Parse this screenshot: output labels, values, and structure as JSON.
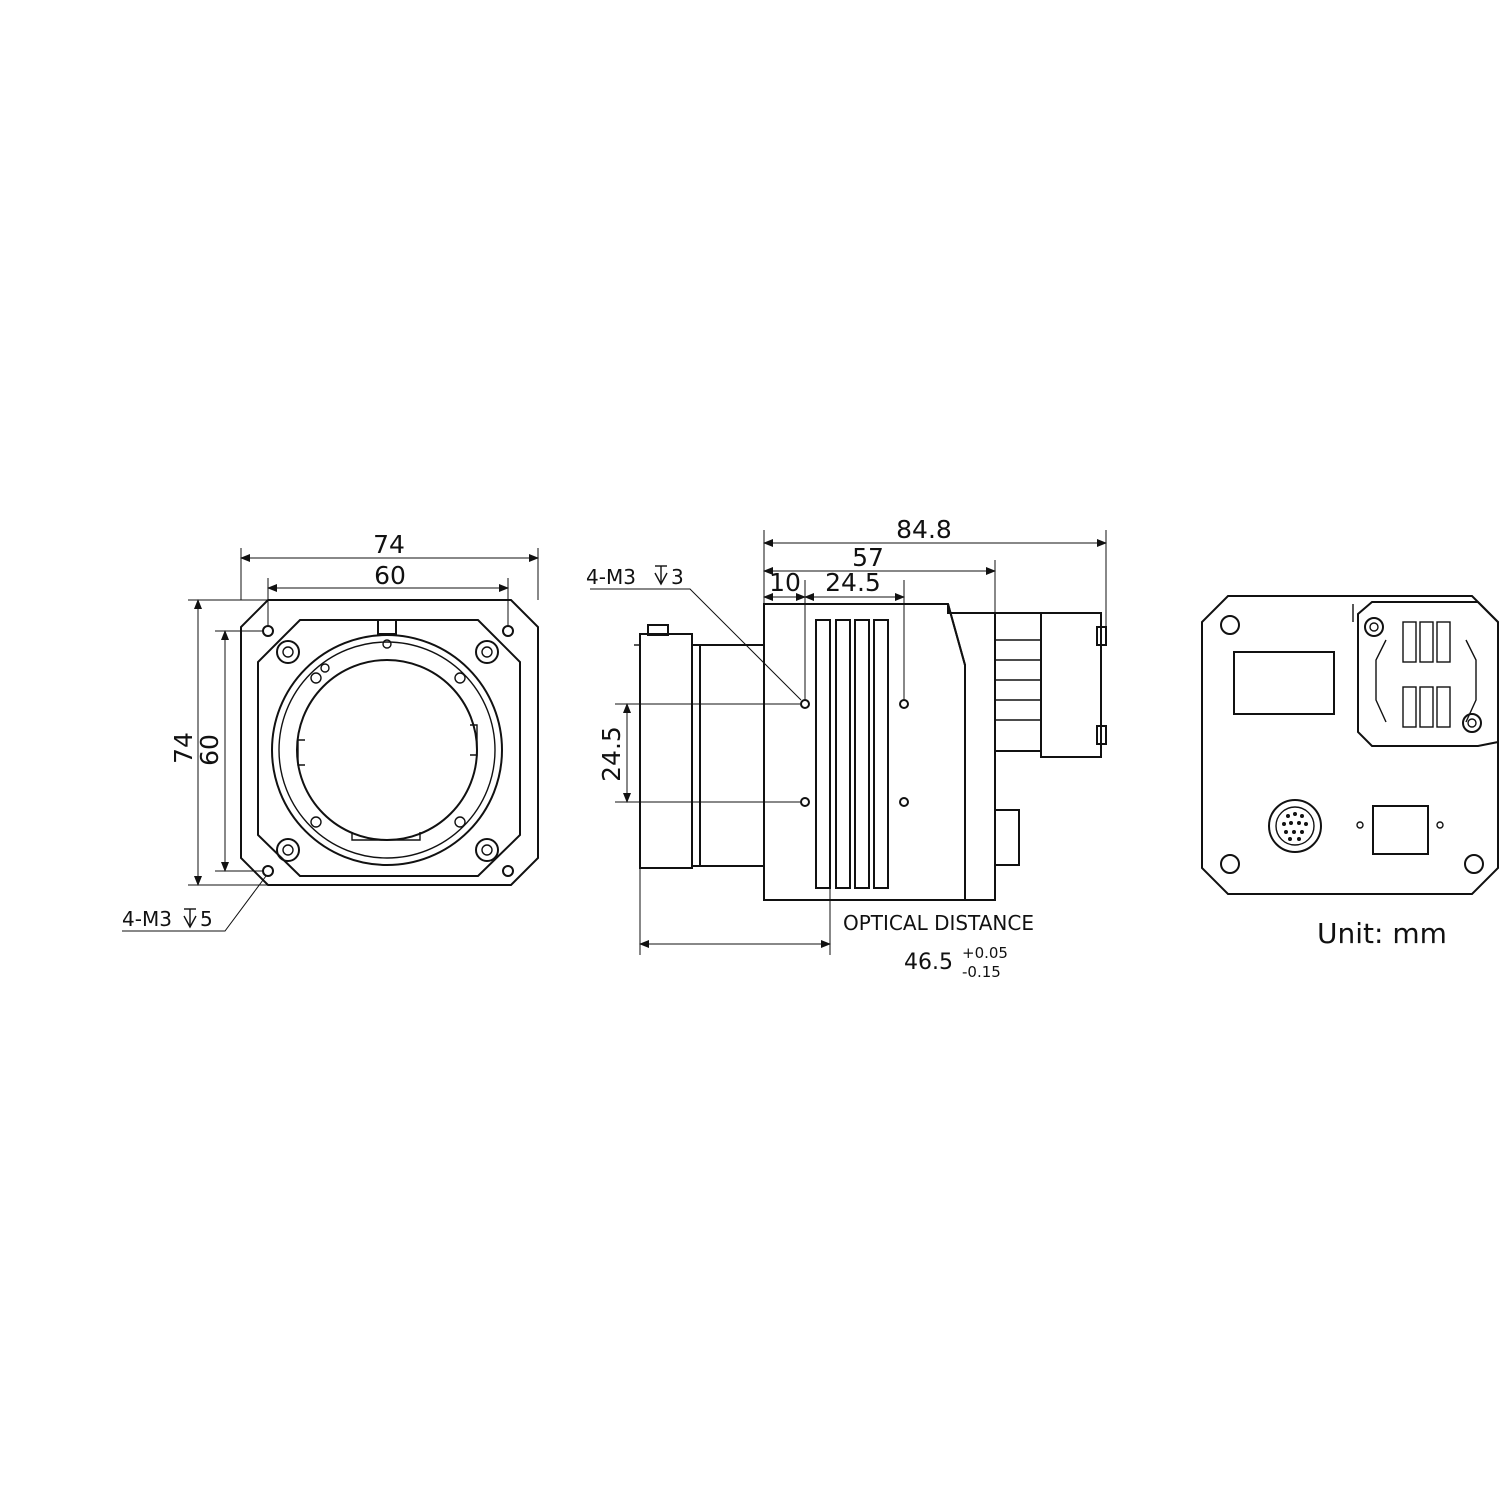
{
  "front_view": {
    "dim_outer_width": "74",
    "dim_hole_width": "60",
    "dim_outer_height": "74",
    "dim_hole_height": "60",
    "mount_holes": "4-M3",
    "mount_depth": "5"
  },
  "side_view": {
    "dim_total_length": "84.8",
    "dim_body_length": "57",
    "dim_hole_offset": "10",
    "dim_hole_spacing_h": "24.5",
    "dim_hole_spacing_v": "24.5",
    "mount_holes": "4-M3",
    "mount_depth": "3",
    "optical_label": "OPTICAL DISTANCE",
    "optical_value": "46.5",
    "optical_tol_plus": "+0.05",
    "optical_tol_minus": "-0.15"
  },
  "rear_view": {
    "unit_label": "Unit: mm"
  }
}
